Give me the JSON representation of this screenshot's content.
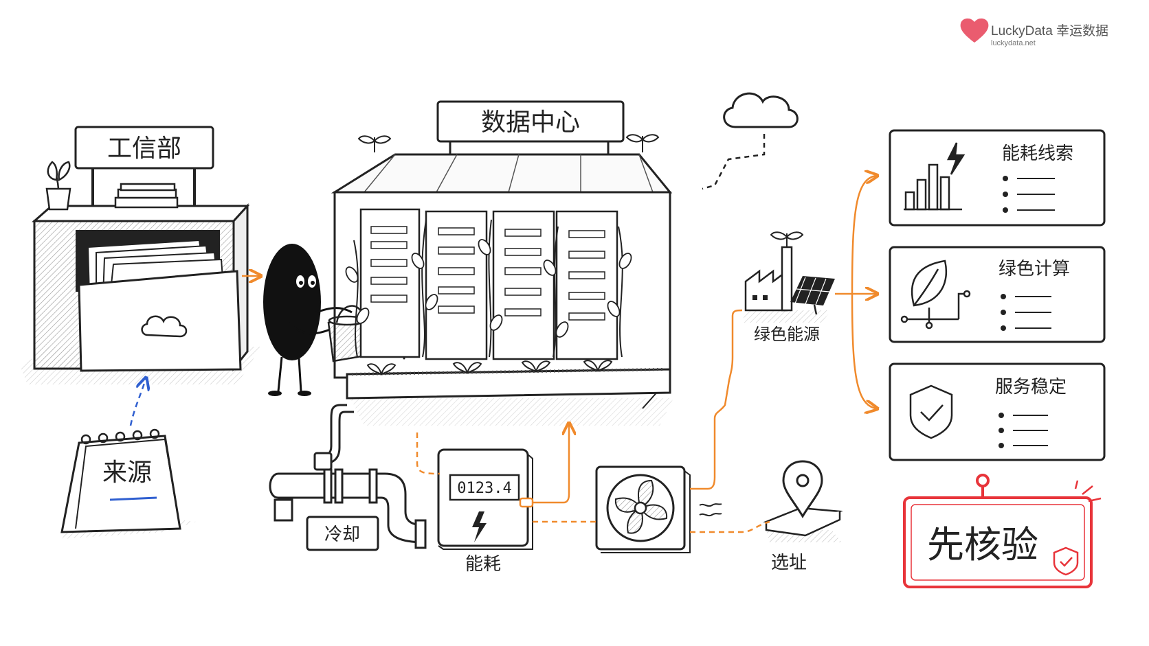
{
  "brand": {
    "name": "LuckyData 幸运数据",
    "url": "luckydata.net",
    "accent": "#e84a5f"
  },
  "sign_left": "工信部",
  "sign_center": "数据中心",
  "calendar_label": "来源",
  "meter_reading": "0123.4",
  "labels": {
    "cooling": "冷却",
    "energy": "能耗",
    "location": "选址",
    "green_energy": "绿色能源"
  },
  "cards": [
    {
      "title": "能耗线索",
      "icon": "bar-chart-lightning-icon"
    },
    {
      "title": "绿色计算",
      "icon": "leaf-circuit-icon"
    },
    {
      "title": "服务稳定",
      "icon": "shield-check-icon"
    }
  ],
  "stamp": "先核验",
  "colors": {
    "ink": "#222222",
    "orange": "#f08a2c",
    "blue": "#2f5fd0",
    "red": "#e8343a"
  }
}
